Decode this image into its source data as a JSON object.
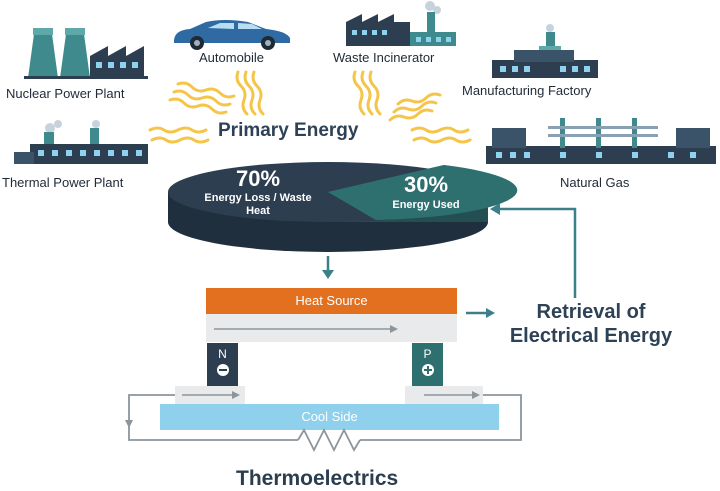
{
  "sources": {
    "nuclear": "Nuclear Power Plant",
    "automobile": "Automobile",
    "waste": "Waste Incinerator",
    "manufacturing": "Manufacturing Factory",
    "thermal": "Thermal Power Plant",
    "gas": "Natural Gas"
  },
  "primary_energy": "Primary Energy",
  "pie": {
    "loss_value": "70%",
    "loss_label": "Energy Loss / Waste Heat",
    "used_value": "30%",
    "used_label": "Energy Used",
    "loss_fraction": 0.7,
    "used_fraction": 0.3
  },
  "device": {
    "heat_source": "Heat Source",
    "cool_side": "Cool Side",
    "n_label": "N",
    "p_label": "P"
  },
  "retrieval_line1": "Retrieval of",
  "retrieval_line2": "Electrical Energy",
  "title": "Thermoelectrics",
  "colors": {
    "dark_navy": "#2c3e50",
    "slate": "#3b5368",
    "teal": "#2e6f70",
    "orange": "#e2701f",
    "cool_blue": "#8fd0ec",
    "heat_yellow": "#f4c548"
  }
}
